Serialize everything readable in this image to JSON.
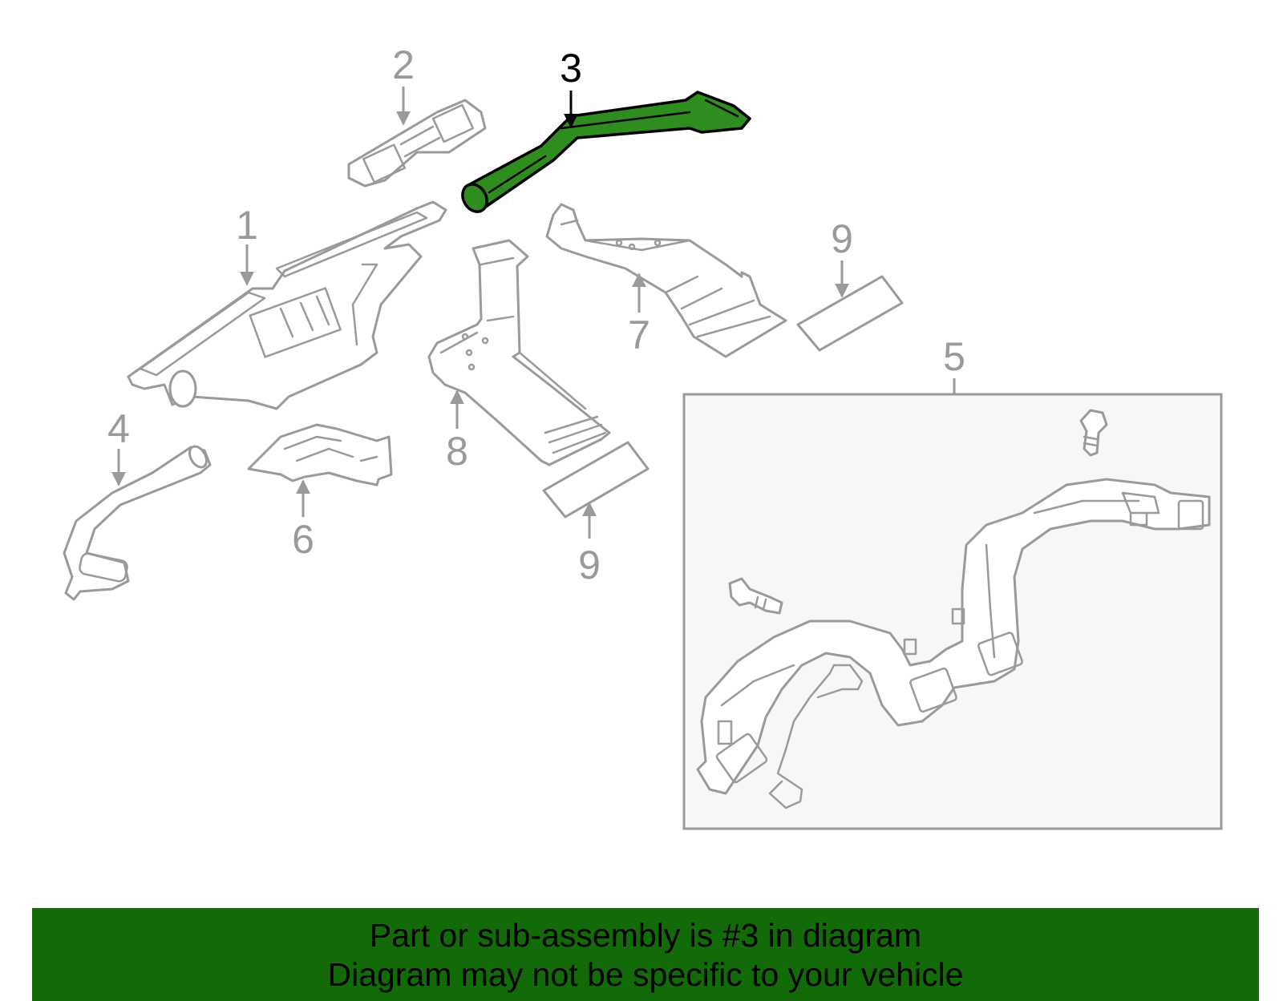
{
  "callouts": {
    "c1": "1",
    "c2": "2",
    "c3": "3",
    "c4": "4",
    "c5": "5",
    "c6": "6",
    "c7": "7",
    "c8": "8",
    "c9a": "9",
    "c9b": "9"
  },
  "highlighted_part": "3",
  "colors": {
    "highlight_fill": "#2f8c1f",
    "line_gray": "#9a9a9a",
    "banner_bg": "#136a08",
    "inset_bg": "#f7f7f7"
  },
  "banner": {
    "line1": "Part or sub-assembly is #3 in diagram",
    "line2": "Diagram may not be specific to your vehicle"
  }
}
